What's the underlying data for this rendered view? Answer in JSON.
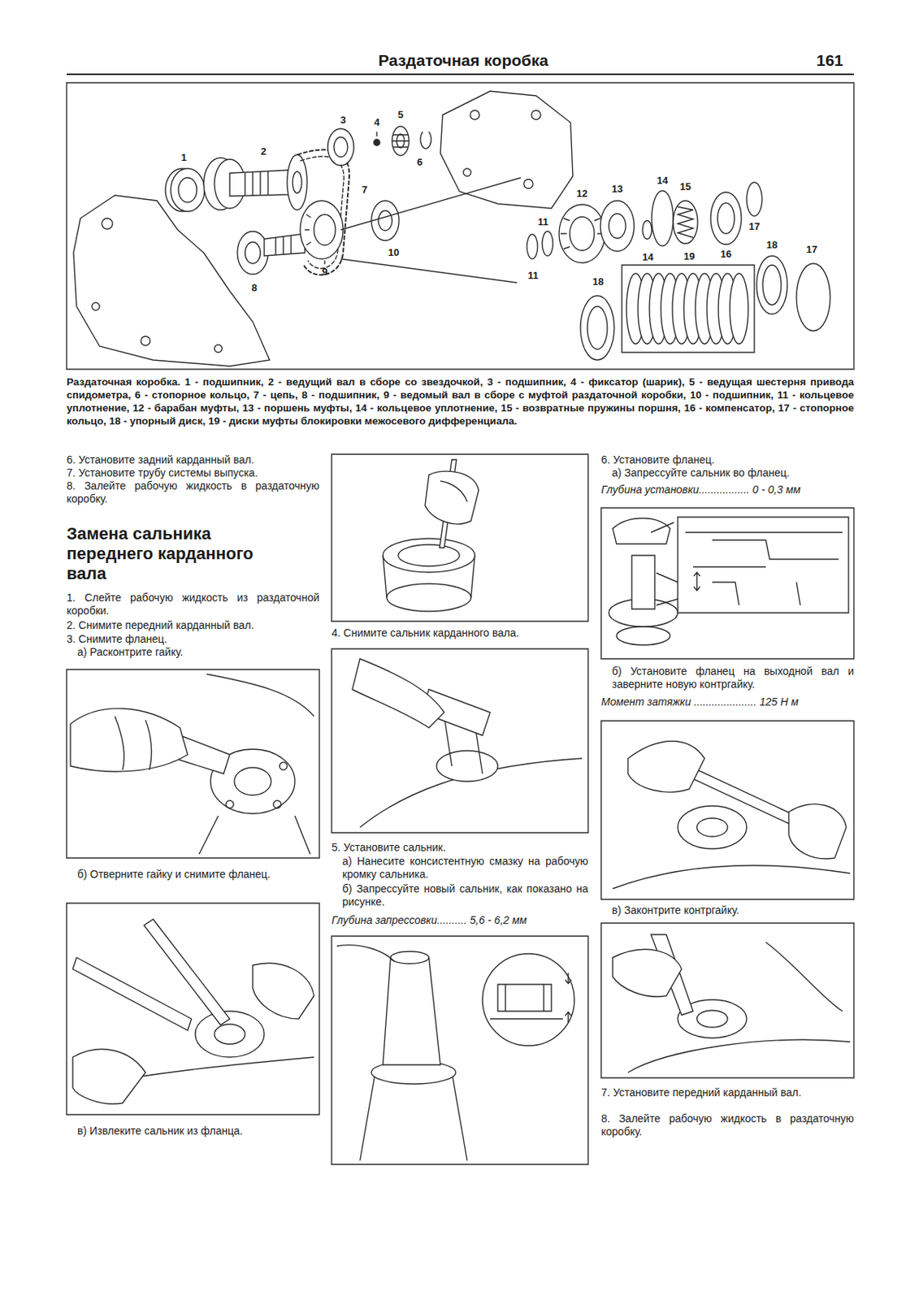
{
  "diagram": {
    "title": "Раздаточная коробка",
    "caption": "Раздаточная коробка. 1 - подшипник, 2 - ведущий вал в сборе со звездочкой, 3 - подшипник, 4 - фиксатор (шарик), 5 - ведущая шестерня привода спидометра, 6 - стопорное кольцо, 7 - цепь, 8 - подшипник, 9 - ведомый вал в сборе с муфтой раздаточной коробки, 10 - подшипник, 11 - кольцевое уплотнение, 12 - барабан муфты, 13 - поршень муфты, 14 - кольцевое уплотнение, 15 - возвратные пружины поршня, 16 - компенсатор, 17 - стопорное кольцо, 18 - упорный диск, 19 - диски муфты блокировки межосевого дифференциала.",
    "labels": [
      "161",
      "1",
      "2",
      "3",
      "4",
      "5",
      "6",
      "7",
      "8",
      "9",
      "10",
      "11",
      "11",
      "12",
      "13",
      "14",
      "14",
      "15",
      "16",
      "17",
      "17",
      "18",
      "18",
      "19",
      "6. Установите задний карданный вал.",
      "7. Установите трубу системы выпуска.",
      "8. Залейте рабочую жидкость в раздаточную коробку.",
      "Замена сальника переднего карданного вала",
      "1. Слейте рабочую жидкость из раздаточной коробки.",
      "2. Снимите передний карданный вал.",
      "3. Снимите фланец.",
      "а) Расконтрите гайку.",
      "б) Отверните гайку и снимите фланец.",
      "в) Извлеките сальник из фланца.",
      "4. Снимите сальник карданного вала.",
      "5. Установите сальник.",
      "а) Нанесите консистентную смазку на рабочую кромку сальника.",
      "б) Запрессуйте новый сальник, как показано на рисунке.",
      "Глубина запрессовки.......... 5,6 - 6,2 мм",
      "6. Установите фланец.",
      "а) Запрессуйте сальник во фланец.",
      "Глубина установки................. 0 - 0,3 мм",
      "б) Установите фланец на выходной вал и заверните новую контргайку.",
      "Момент затяжки ..................... 125 Н м",
      "в) Законтрите контргайку.",
      "7. Установите передний карданный вал.",
      "8. Залейте рабочую жидкость в раздаточную коробку."
    ]
  }
}
